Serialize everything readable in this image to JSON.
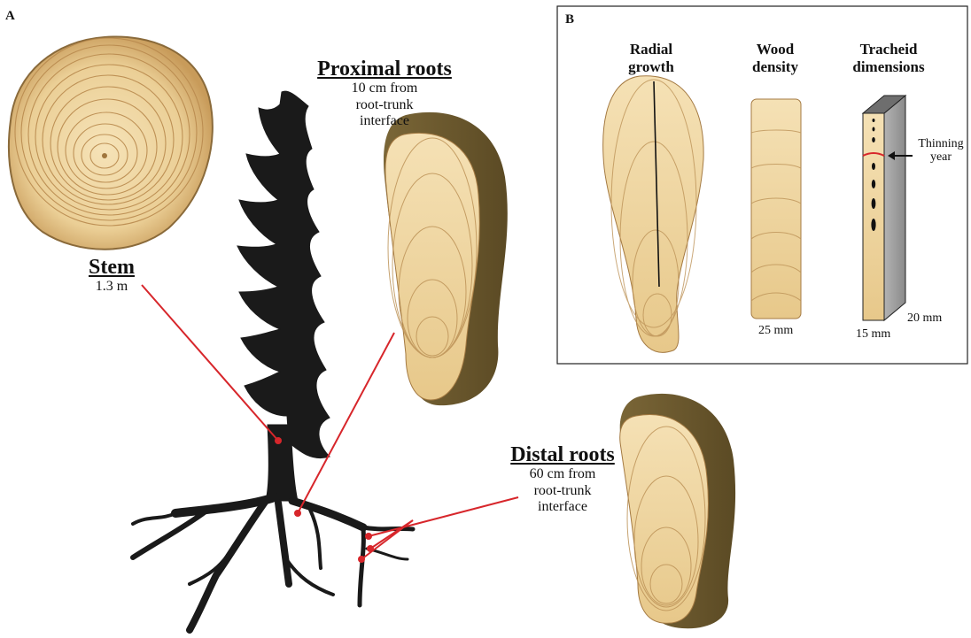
{
  "panel_a": {
    "letter": "A",
    "stem": {
      "title": "Stem",
      "sub": "1.3 m"
    },
    "proximal": {
      "title": "Proximal roots",
      "sub_lines": [
        "10 cm from",
        "root-trunk",
        "interface"
      ]
    },
    "distal": {
      "title": "Distal roots",
      "sub_lines": [
        "60 cm from",
        "root-trunk",
        "interface"
      ]
    }
  },
  "panel_b": {
    "letter": "B",
    "radial": [
      "Radial",
      "growth"
    ],
    "density": [
      "Wood",
      "density"
    ],
    "tracheid": [
      "Tracheid",
      "dimensions"
    ],
    "thinning": [
      "Thinning",
      "year"
    ],
    "dim_density": "25 mm",
    "dim_width": "15 mm",
    "dim_depth": "20 mm"
  },
  "colors": {
    "connector": "#d7262b",
    "marker": "#d7262b",
    "tree": "#1a1a1a",
    "wood_light": "#f2dcae",
    "wood_ring": "#b98a4e",
    "bark": "#6d5a2f"
  }
}
